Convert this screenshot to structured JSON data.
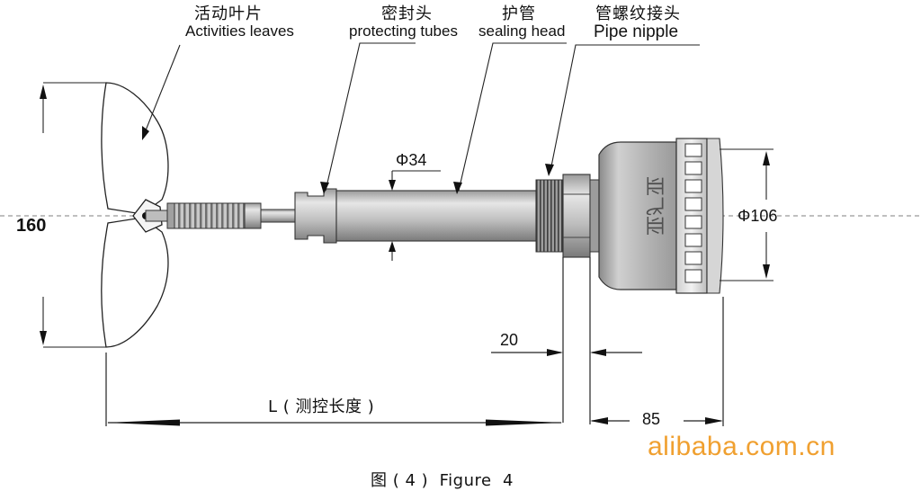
{
  "labels": {
    "leaves_cn": "活动叶片",
    "leaves_en": "Activities leaves",
    "seal_cn": "密封头",
    "seal_en": "protecting tubes",
    "tube_cn": "护管",
    "tube_en": "sealing head",
    "nipple_cn": "管螺纹接头",
    "nipple_en": "Pipe nipple"
  },
  "dimensions": {
    "height": "160",
    "diameter_tube": "Φ34",
    "diameter_head": "Φ106",
    "offset": "20",
    "head_length": "85",
    "length": "L ( 测控长度 )"
  },
  "brand_mark": "亚飞亚",
  "watermark": "alibaba.com.cn",
  "caption": "图 ( 4 )  Figure  4",
  "colors": {
    "metal_light": "#d8d8d8",
    "metal_mid": "#a8a8a8",
    "metal_dark": "#6a6a6a",
    "watermark": "#f0a030"
  }
}
